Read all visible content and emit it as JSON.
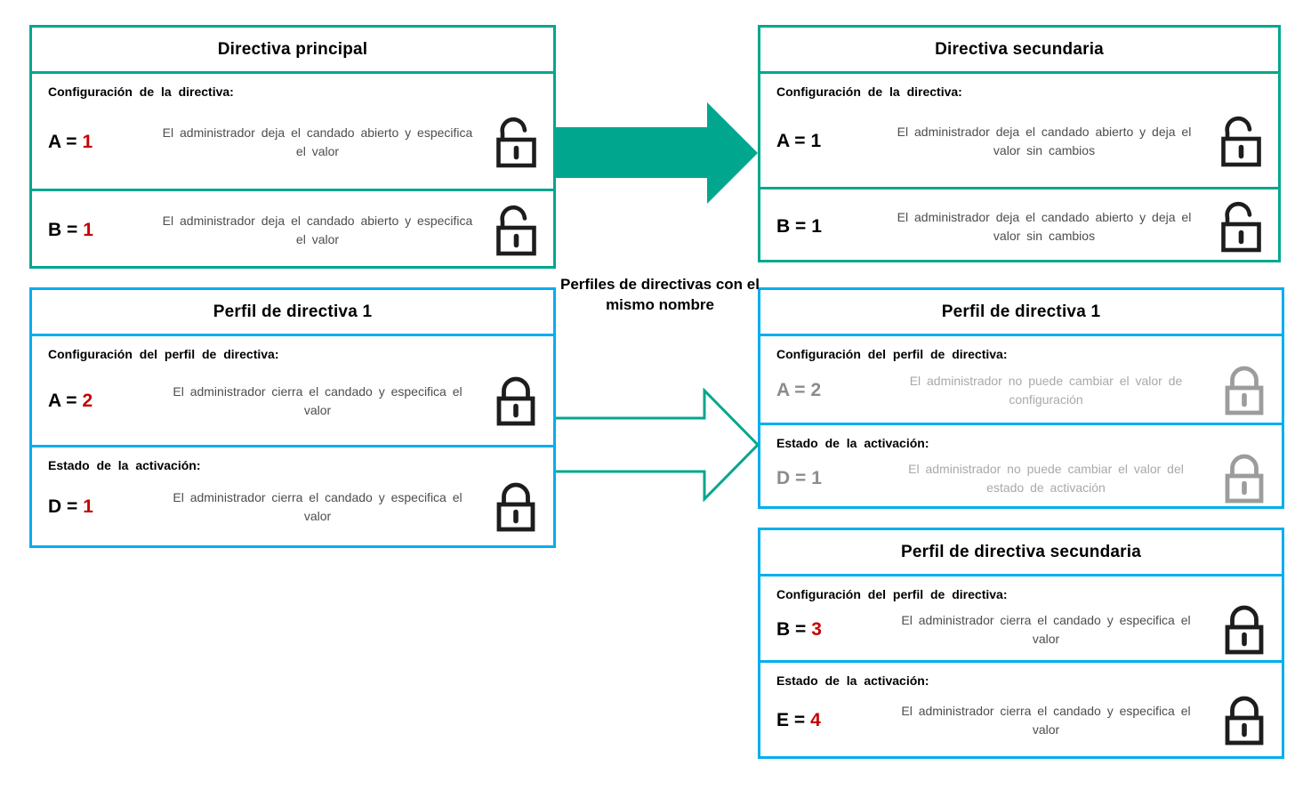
{
  "diagram": {
    "arrow_label": "Perfiles de directivas con el mismo nombre",
    "colors": {
      "teal": "#00A78E",
      "blue": "#00AEEF",
      "red": "#C40000",
      "gray_text": "#8C8C8C",
      "gray_desc": "#A9A9A9",
      "gray_lock": "#9C9C9C"
    },
    "arrows": {
      "policy_arrow_style": "filled",
      "profile_arrow_style": "outline"
    },
    "boxes": {
      "main_policy": {
        "title": "Directiva principal",
        "sections": [
          {
            "label": "Configuración  de la directiva:",
            "variable": "A =",
            "value": "1",
            "value_color": "red",
            "desc": "El administrador  deja  el candado  abierto  y especifica  el valor",
            "lock": "open"
          },
          {
            "variable": "B =",
            "value": "1",
            "value_color": "red",
            "desc": "El administrador  deja  el candado  abierto  y especifica  el valor",
            "lock": "open"
          }
        ]
      },
      "secondary_policy": {
        "title": "Directiva secundaria",
        "sections": [
          {
            "label": "Configuración  de la directiva:",
            "variable": "A =",
            "value": "1",
            "value_color": "black",
            "desc": "El administrador  deja  el candado  abierto  y deja  el valor  sin cambios",
            "lock": "open"
          },
          {
            "variable": "B =",
            "value": "1",
            "value_color": "black",
            "desc": "El administrador  deja  el candado  abierto  y deja  el valor  sin cambios",
            "lock": "open"
          }
        ]
      },
      "policy_profile_1": {
        "title": "Perfil de directiva 1",
        "sections": [
          {
            "label": "Configuración  del perfil  de directiva:",
            "variable": "A =",
            "value": "2",
            "value_color": "red",
            "desc": "El administrador  cierra  el candado  y especifica el valor",
            "lock": "closed"
          },
          {
            "label": "Estado  de la activación:",
            "variable": "D =",
            "value": "1",
            "value_color": "red",
            "desc": "El administrador  cierra  el candado  y especifica el valor",
            "lock": "closed"
          }
        ]
      },
      "policy_profile_1_secondary": {
        "title": "Perfil de directiva 1",
        "sections": [
          {
            "label": "Configuración  del perfil  de directiva:",
            "variable": "A =",
            "value": "2",
            "value_color": "gray",
            "desc": "El administrador  no puede  cambiar  el valor  de configuración",
            "lock": "closed-gray"
          },
          {
            "label": "Estado  de la activación:",
            "variable": "D =",
            "value": "1",
            "value_color": "gray",
            "desc": "El administrador  no puede  cambiar  el valor del estado  de activación",
            "lock": "closed-gray"
          }
        ]
      },
      "secondary_policy_profile": {
        "title": "Perfil de directiva secundaria",
        "sections": [
          {
            "label": "Configuración  del perfil  de directiva:",
            "variable": "B =",
            "value": "3",
            "value_color": "red",
            "desc": "El administrador  cierra  el candado  y especifica el valor",
            "lock": "closed"
          },
          {
            "label": "Estado  de la activación:",
            "variable": "E =",
            "value": "4",
            "value_color": "red",
            "desc": "El administrador  cierra  el candado  y especifica el valor",
            "lock": "closed"
          }
        ]
      }
    }
  }
}
